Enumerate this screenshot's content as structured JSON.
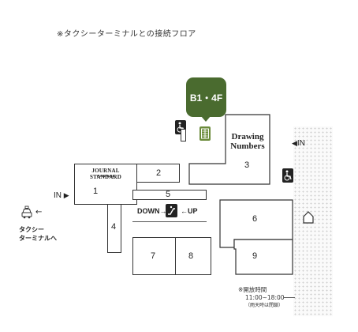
{
  "header": {
    "title": "※タクシーターミナルとの接続フロア"
  },
  "floor_marker": {
    "label": "B1・4F",
    "color": "#4a6b2f"
  },
  "shops": {
    "s1": {
      "number": "1",
      "brand": "JOURNAL STANDARD",
      "sub": "FURNITURE"
    },
    "s2": {
      "number": "2"
    },
    "s3": {
      "number": "3",
      "brand_line1": "Drawing",
      "brand_line2": "Numbers"
    },
    "s4": {
      "number": "4"
    },
    "s5": {
      "number": "5"
    },
    "s6": {
      "number": "6"
    },
    "s7": {
      "number": "7"
    },
    "s8": {
      "number": "8"
    },
    "s9": {
      "number": "9"
    }
  },
  "escalator": {
    "down_label": "DOWN→",
    "up_label": "←UP"
  },
  "entrances": {
    "left": "IN",
    "right": "IN"
  },
  "taxi": {
    "arrow": "←",
    "line1": "タクシー",
    "line2": "ターミナルへ"
  },
  "hours": {
    "line1": "※開放時間",
    "line2": "11:00~18:00",
    "line3": "（雨天時は閉鎖）"
  },
  "icons": {
    "restroom_top": "accessible-restroom-icon",
    "restroom_right": "accessible-restroom-icon",
    "stairs": "elevator-icon",
    "taxi": "taxi-icon",
    "entrance": "house-entrance-icon",
    "escalator": "escalator-icon"
  }
}
